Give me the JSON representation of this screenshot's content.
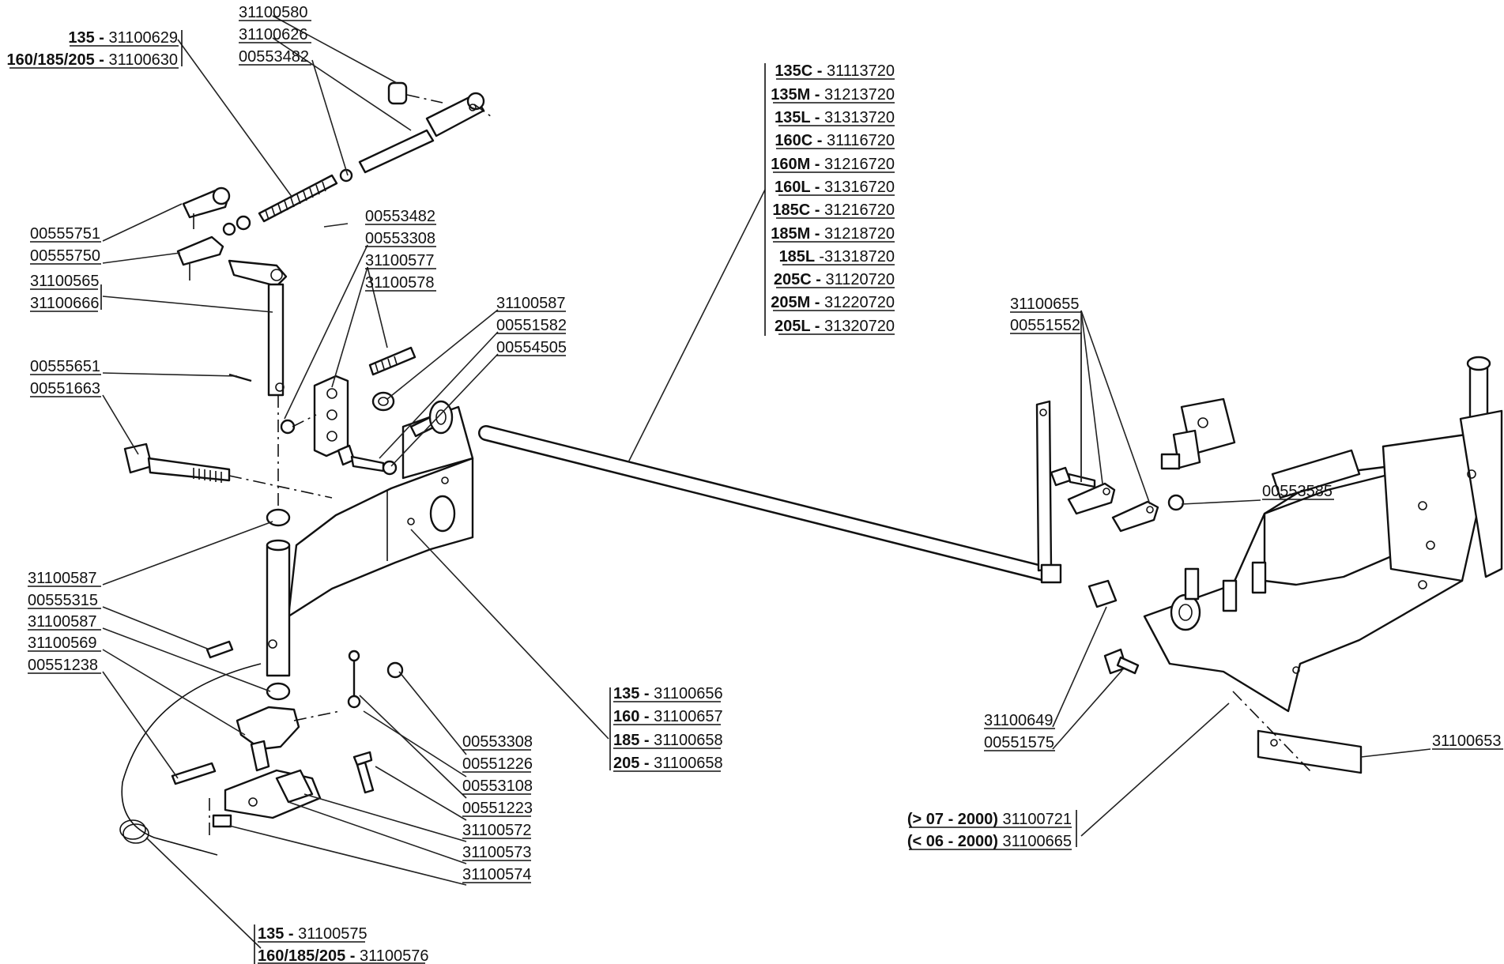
{
  "labels": {
    "l_31100580": {
      "plain": "31100580"
    },
    "l_31100626": {
      "plain": "31100626"
    },
    "l_00553482_a": {
      "plain": "00553482"
    },
    "l_135_31100629": {
      "bold": "135 - ",
      "plain": "31100629"
    },
    "l_160_31100630": {
      "bold": "160/185/205 - ",
      "plain": "31100630"
    },
    "l_00553482_b": {
      "plain": "00553482"
    },
    "l_00553308_a": {
      "plain": "00553308"
    },
    "l_31100577": {
      "plain": "31100577"
    },
    "l_31100578": {
      "plain": "31100578"
    },
    "l_00555751": {
      "plain": "00555751"
    },
    "l_00555750": {
      "plain": "00555750"
    },
    "l_31100565": {
      "plain": "31100565"
    },
    "l_31100666": {
      "plain": "31100666"
    },
    "l_00555651": {
      "plain": "00555651"
    },
    "l_00551663": {
      "plain": "00551663"
    },
    "l_31100587_a": {
      "plain": "31100587"
    },
    "l_00551582": {
      "plain": "00551582"
    },
    "l_00554505": {
      "plain": "00554505"
    },
    "l_31100587_b": {
      "plain": "31100587"
    },
    "l_00555315": {
      "plain": "00555315"
    },
    "l_31100587_c": {
      "plain": "31100587"
    },
    "l_31100569": {
      "plain": "31100569"
    },
    "l_00551238": {
      "plain": "00551238"
    },
    "l_00553308_b": {
      "plain": "00553308"
    },
    "l_00551226": {
      "plain": "00551226"
    },
    "l_00553108": {
      "plain": "00553108"
    },
    "l_00551223": {
      "plain": "00551223"
    },
    "l_31100572": {
      "plain": "31100572"
    },
    "l_31100573": {
      "plain": "31100573"
    },
    "l_31100574": {
      "plain": "31100574"
    },
    "l_135_31100575": {
      "bold": "135 - ",
      "plain": "31100575"
    },
    "l_160_31100576": {
      "bold": "160/185/205 - ",
      "plain": "31100576"
    },
    "l_135_31100656": {
      "bold": "135 - ",
      "plain": "31100656"
    },
    "l_160_31100657": {
      "bold": "160 - ",
      "plain": "31100657"
    },
    "l_185_31100658": {
      "bold": "185 - ",
      "plain": "31100658"
    },
    "l_205_31100658": {
      "bold": "205 - ",
      "plain": "31100658"
    },
    "l_135C": {
      "bold": "135C - ",
      "plain": "31113720"
    },
    "l_135M": {
      "bold": "135M - ",
      "plain": "31213720"
    },
    "l_135L": {
      "bold": "135L - ",
      "plain": "31313720"
    },
    "l_160C": {
      "bold": "160C - ",
      "plain": "31116720"
    },
    "l_160M": {
      "bold": "160M - ",
      "plain": "31216720"
    },
    "l_160L": {
      "bold": "160L - ",
      "plain": "31316720"
    },
    "l_185C": {
      "bold": "185C - ",
      "plain": "31216720"
    },
    "l_185M": {
      "bold": "185M - ",
      "plain": "31218720"
    },
    "l_185L": {
      "bold": "185L ",
      "plain": "-31318720"
    },
    "l_205C": {
      "bold": "205C - ",
      "plain": "31120720"
    },
    "l_205M": {
      "bold": "205M - ",
      "plain": "31220720"
    },
    "l_205L": {
      "bold": "205L - ",
      "plain": "31320720"
    },
    "l_31100655": {
      "plain": "31100655"
    },
    "l_00551552": {
      "plain": "00551552"
    },
    "l_00553585": {
      "plain": "00553585"
    },
    "l_31100649": {
      "plain": "31100649"
    },
    "l_00551575": {
      "plain": "00551575"
    },
    "l_31100653": {
      "plain": "31100653"
    },
    "l_gt_07_2000": {
      "bold": "(> 07 - 2000) ",
      "plain": "31100721"
    },
    "l_lt_06_2000": {
      "bold": "(< 06 - 2000) ",
      "plain": "31100665"
    }
  }
}
